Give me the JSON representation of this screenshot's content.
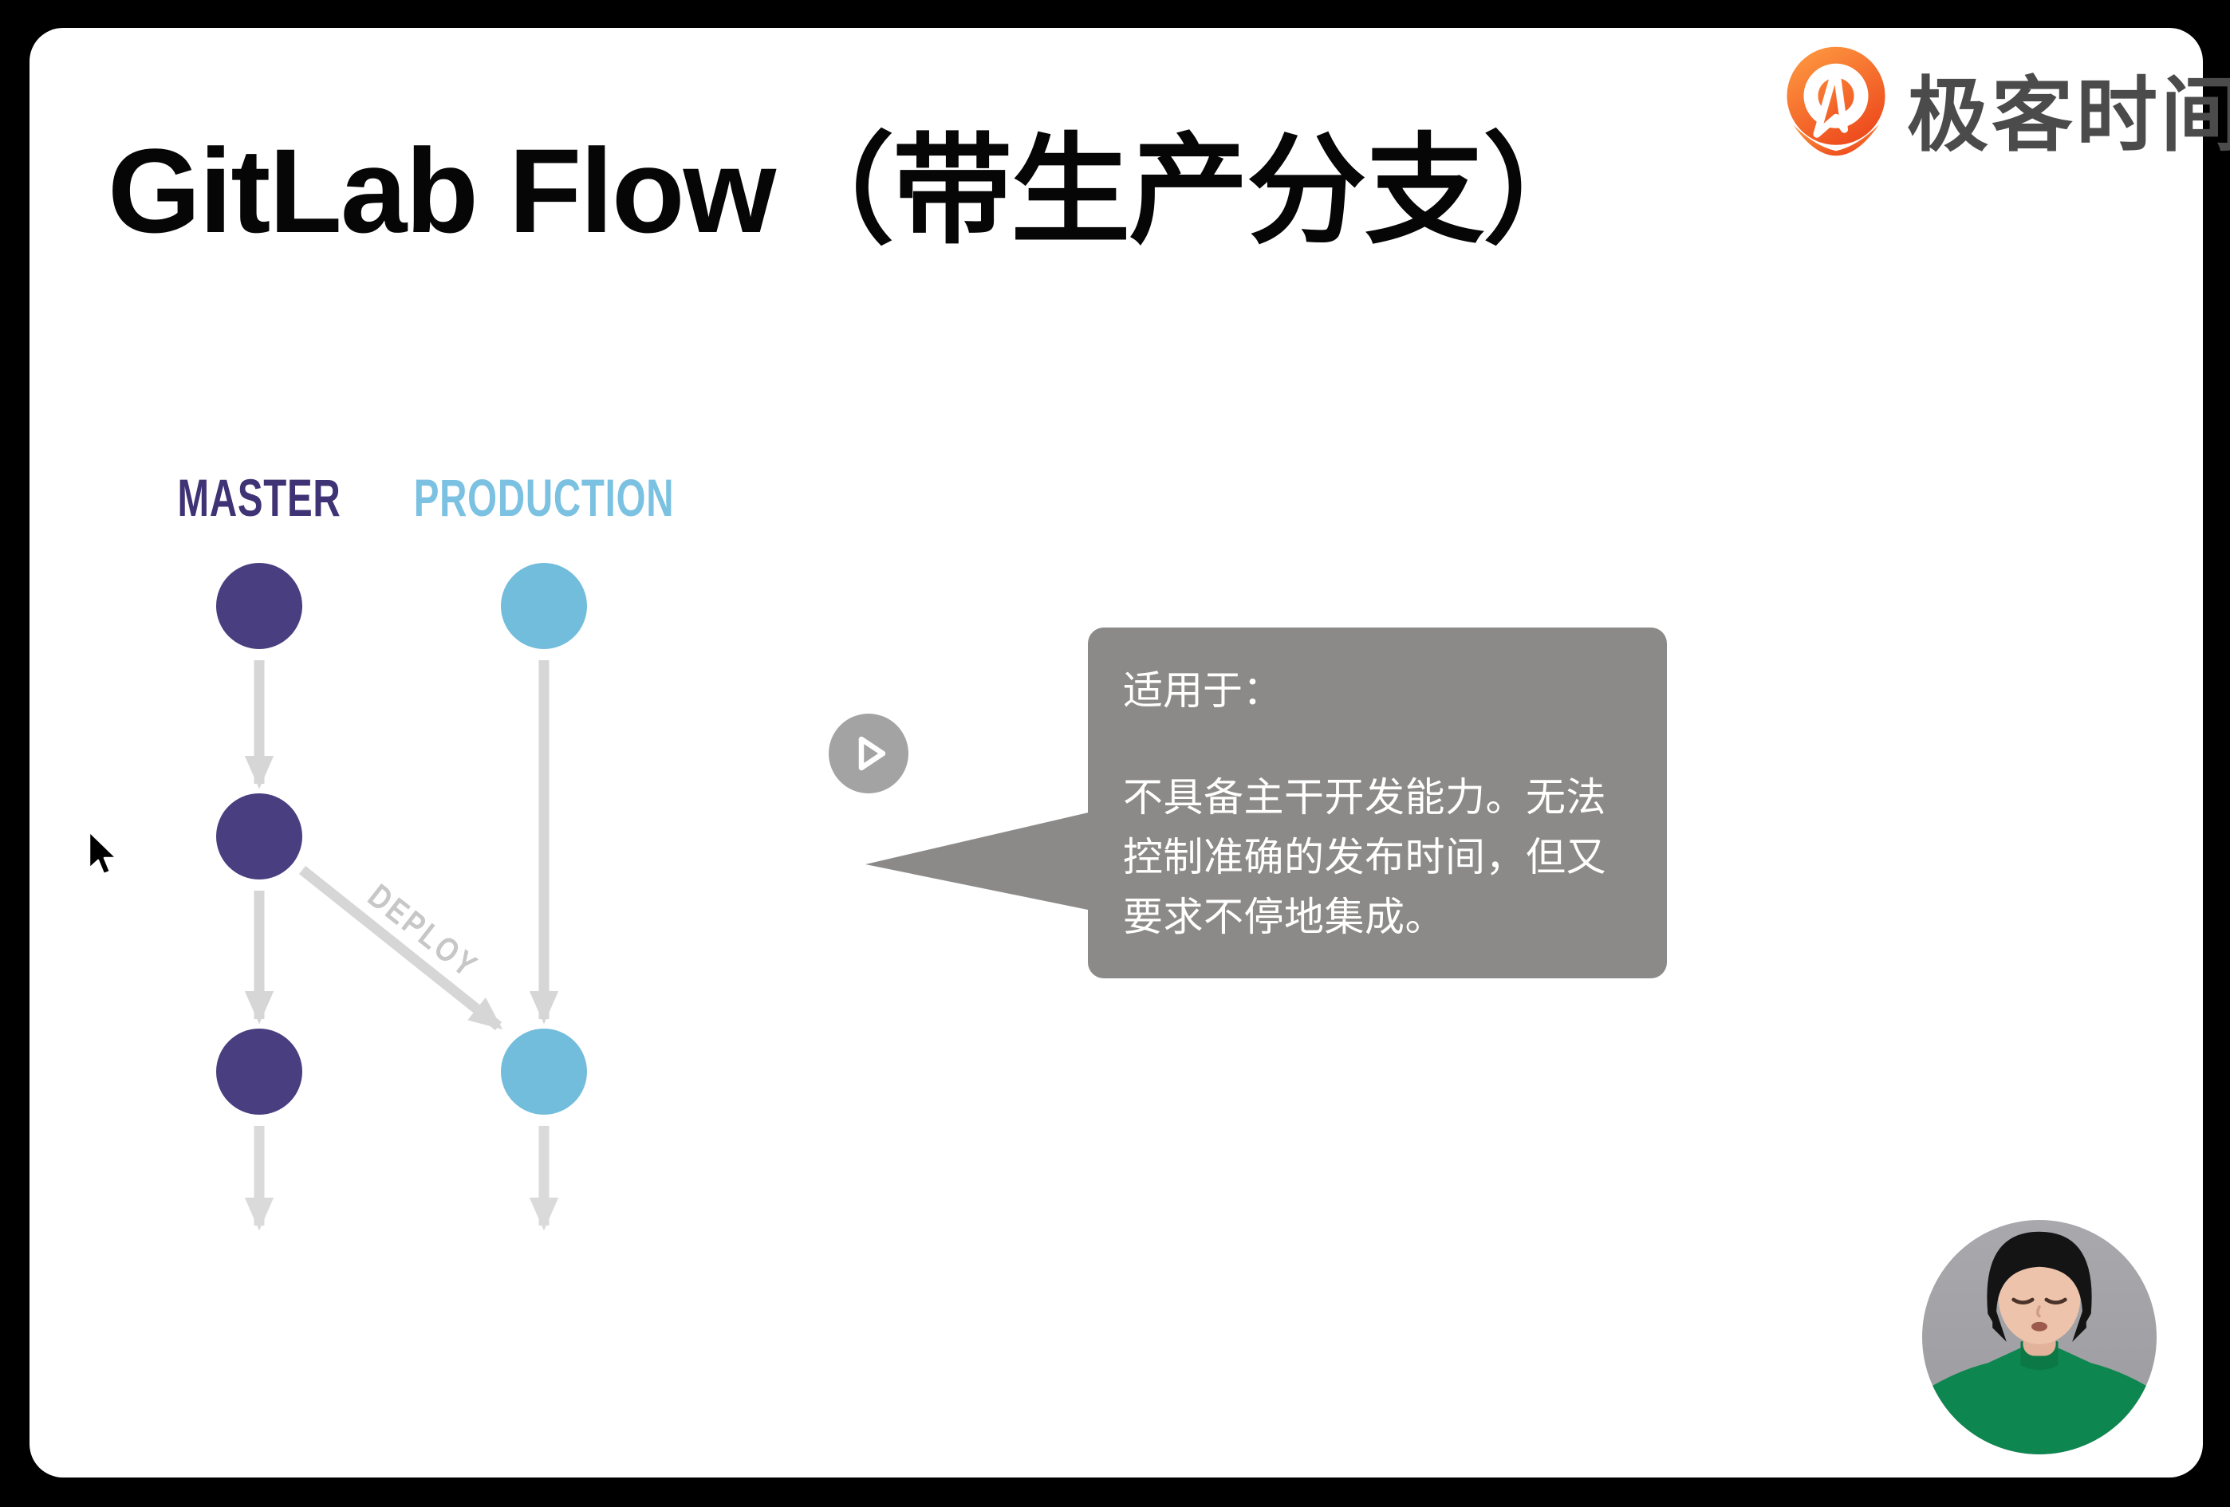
{
  "window": {
    "background_color": "#000000",
    "slide_background_color": "#ffffff"
  },
  "header": {
    "title": "GitLab Flow（带生产分支）"
  },
  "brand": {
    "name": "极客时间",
    "logo_icon": "geektime-pin-icon",
    "pin_gradient_top": "#FF9E43",
    "pin_gradient_bottom": "#EE4D1E",
    "text_color": "#4B4B4B"
  },
  "diagram": {
    "branches": [
      {
        "id": "master",
        "label": "MASTER",
        "label_color": "#3F3375",
        "node_color": "#493E80",
        "commit_count": 3
      },
      {
        "id": "production",
        "label": "PRODUCTION",
        "label_color": "#7BC1E1",
        "node_color": "#72BCDC",
        "commit_count": 2
      }
    ],
    "deploy_label": "DEPLOY",
    "deploy_label_color": "#C7C7C7",
    "arrow_color": "#D6D6D6"
  },
  "player": {
    "play_icon": "play-triangle-icon",
    "button_color": "#A3A3A3"
  },
  "callout": {
    "heading": "适用于：",
    "body": "不具备主干开发能力。无法控制准确的发布时间，但又要求不停地集成。",
    "background_color": "#8B8A89",
    "text_color": "#FFFFFF"
  },
  "webcam": {
    "icon": "presenter-avatar",
    "sweater_color": "#0E8650",
    "background_color": "#A2A2A6"
  }
}
